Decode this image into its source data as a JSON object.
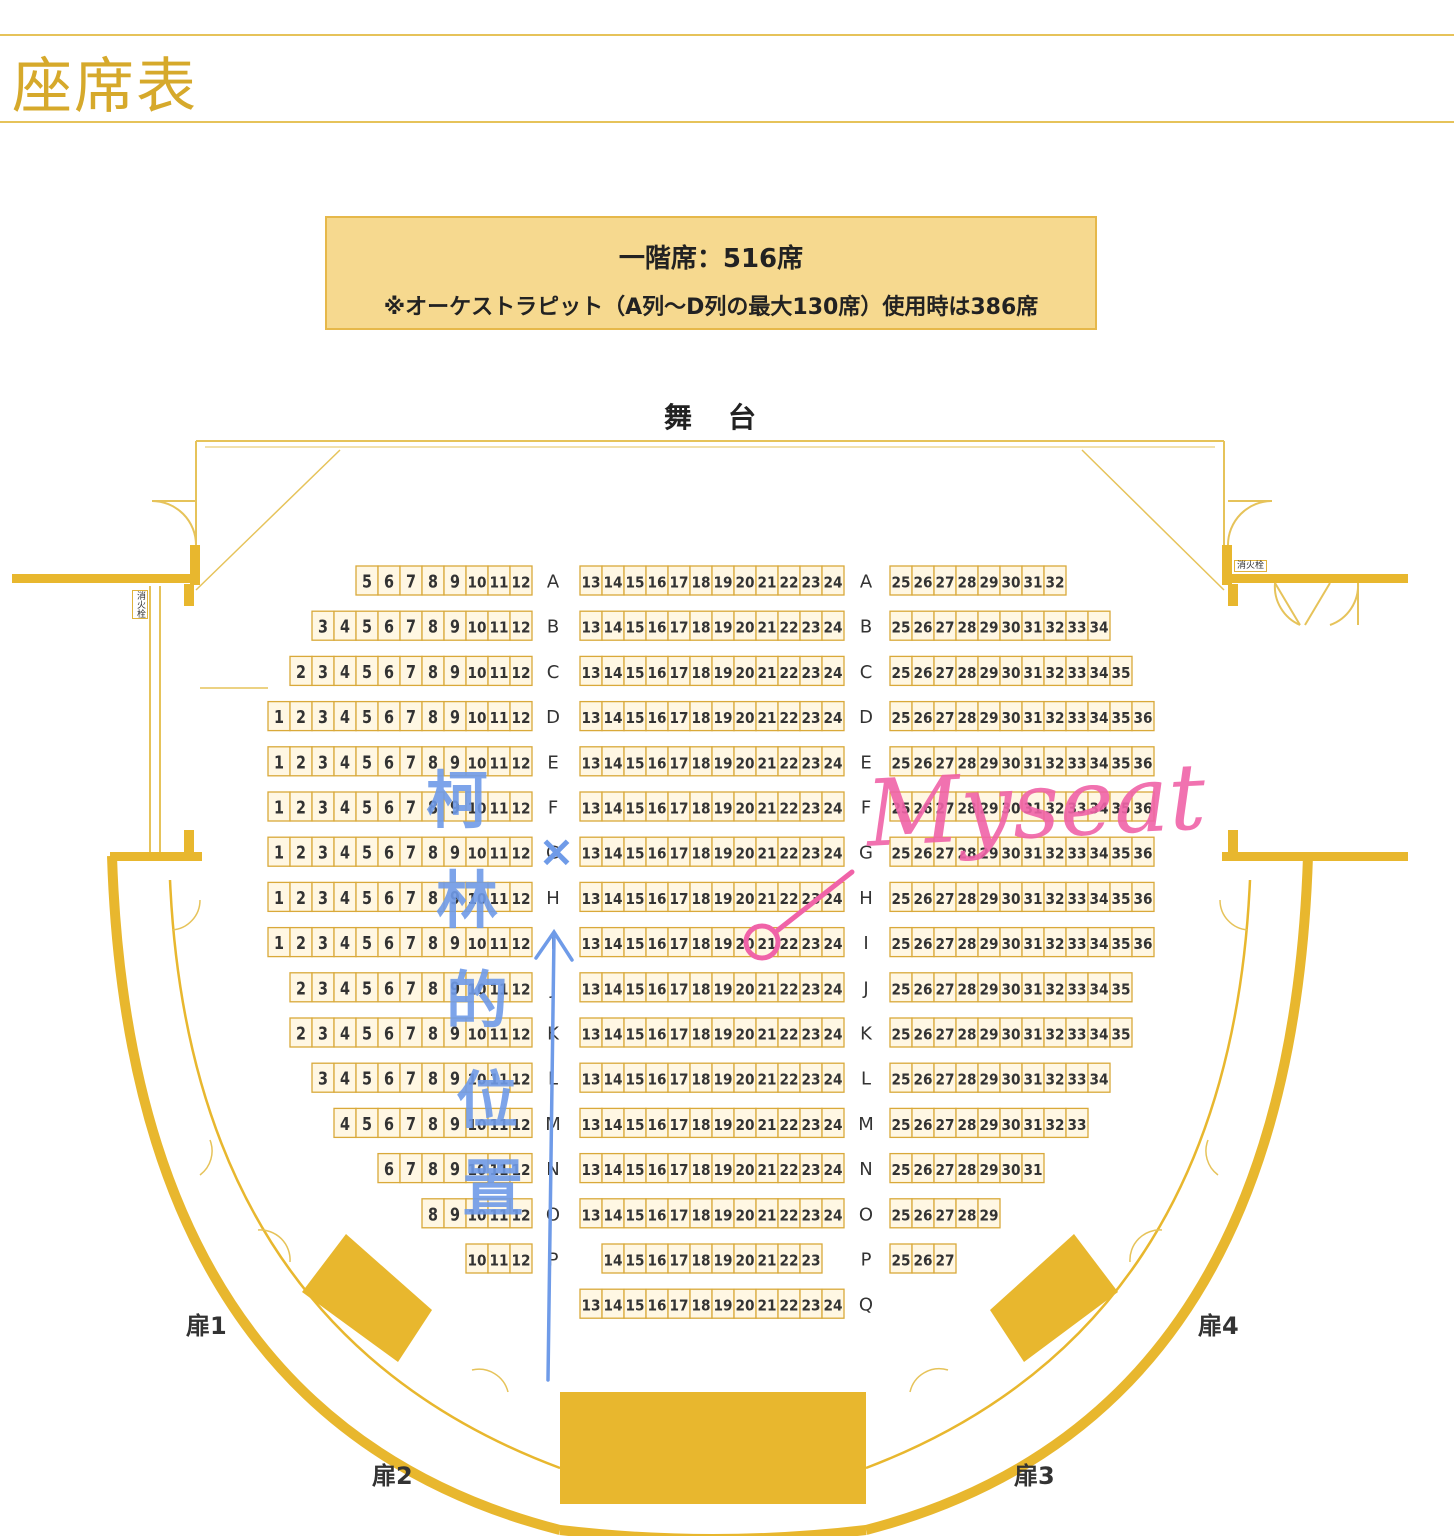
{
  "header": {
    "title": "座席表"
  },
  "info": {
    "line1": "一階席：516席",
    "line2": "※オーケストラピット（A列〜D列の最大130席）使用時は386席"
  },
  "stage": "舞台",
  "doors": [
    "扉1",
    "扉2",
    "扉3",
    "扉4"
  ],
  "small_labels": [
    "消火栓",
    "消火栓"
  ],
  "rows": [
    {
      "label": "A",
      "left": [
        5,
        12
      ],
      "center": [
        13,
        24
      ],
      "right": [
        25,
        32
      ]
    },
    {
      "label": "B",
      "left": [
        3,
        12
      ],
      "center": [
        13,
        24
      ],
      "right": [
        25,
        34
      ]
    },
    {
      "label": "C",
      "left": [
        2,
        12
      ],
      "center": [
        13,
        24
      ],
      "right": [
        25,
        35
      ]
    },
    {
      "label": "D",
      "left": [
        1,
        12
      ],
      "center": [
        13,
        24
      ],
      "right": [
        25,
        36
      ]
    },
    {
      "label": "E",
      "left": [
        1,
        12
      ],
      "center": [
        13,
        24
      ],
      "right": [
        25,
        36
      ]
    },
    {
      "label": "F",
      "left": [
        1,
        12
      ],
      "center": [
        13,
        24
      ],
      "right": [
        25,
        36
      ]
    },
    {
      "label": "G",
      "left": [
        1,
        12
      ],
      "center": [
        13,
        24
      ],
      "right": [
        25,
        36
      ]
    },
    {
      "label": "H",
      "left": [
        1,
        12
      ],
      "center": [
        13,
        24
      ],
      "right": [
        25,
        36
      ]
    },
    {
      "label": "I",
      "left": [
        1,
        12
      ],
      "center": [
        13,
        24
      ],
      "right": [
        25,
        36
      ]
    },
    {
      "label": "J",
      "left": [
        2,
        12
      ],
      "center": [
        13,
        24
      ],
      "right": [
        25,
        35
      ]
    },
    {
      "label": "K",
      "left": [
        2,
        12
      ],
      "center": [
        13,
        24
      ],
      "right": [
        25,
        35
      ]
    },
    {
      "label": "L",
      "left": [
        3,
        12
      ],
      "center": [
        13,
        24
      ],
      "right": [
        25,
        34
      ]
    },
    {
      "label": "M",
      "left": [
        4,
        12
      ],
      "center": [
        13,
        24
      ],
      "right": [
        25,
        33
      ]
    },
    {
      "label": "N",
      "left": [
        6,
        12
      ],
      "center": [
        13,
        24
      ],
      "right": [
        25,
        31
      ]
    },
    {
      "label": "O",
      "left": [
        8,
        12
      ],
      "center": [
        13,
        24
      ],
      "right": [
        25,
        29
      ]
    },
    {
      "label": "P",
      "left": [
        10,
        12
      ],
      "center": [
        14,
        23
      ],
      "right": [
        25,
        27
      ]
    },
    {
      "label": "Q",
      "left": null,
      "center": [
        13,
        24
      ],
      "right": null
    }
  ],
  "annotations": {
    "blue_text": [
      "柯",
      "林",
      "的",
      "位",
      "置"
    ],
    "blue_mark": "×",
    "pink_text": "Myseat"
  },
  "colors": {
    "gold": "#e8b72e",
    "gold_line": "#e6c35a",
    "seat_fill": "#fff7e3",
    "seat_border": "#d9a93a",
    "info_bg": "#f6d98f",
    "blue_ink": "#6f9be8",
    "pink_ink": "#f063a8"
  }
}
